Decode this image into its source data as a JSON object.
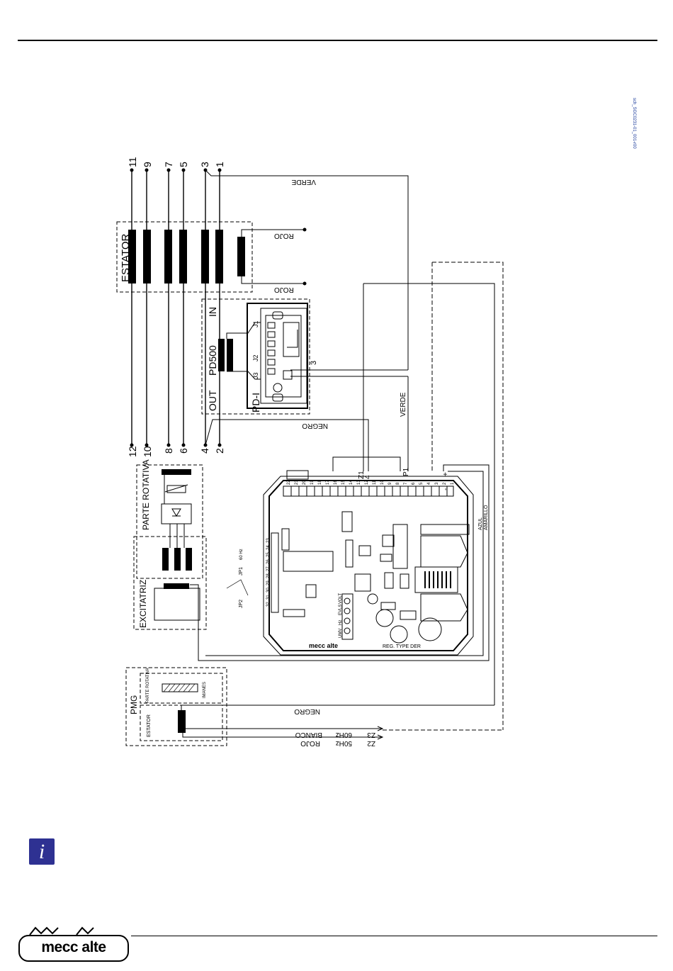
{
  "side_ref": "sch_SGC0231-01_001-r00",
  "stator": {
    "label": "ESTATOR",
    "top_terminals": [
      "11",
      "9",
      "7",
      "5",
      "3",
      "1"
    ],
    "bottom_terminals": [
      "12",
      "10",
      "8",
      "6",
      "4",
      "2"
    ],
    "wire_rojo": "ROJO",
    "wire_verde": "VERDE",
    "wire_negro": "NEGRO"
  },
  "pd500": {
    "name": "PD500",
    "in_label": "IN",
    "out_label": "OUT",
    "pdi_label": "PD-I",
    "j_labels": [
      "J3",
      "J2",
      "J1"
    ],
    "terminal_3": "3"
  },
  "excitatriz": {
    "label": "EXCITATRIZ",
    "rotating_label": "PARTE ROTATIVA"
  },
  "pmg": {
    "label": "PMG",
    "estator_label": "ESTATOR",
    "parte_rotativa_label": "PARTE ROTATIVA",
    "imanes_label": "IMANES",
    "wire_negro": "NEGRO",
    "z3": {
      "code": "Z3",
      "freq": "60Hz",
      "color": "BIANCO"
    },
    "z2": {
      "code": "Z2",
      "freq": "50Hz",
      "color": "ROJO"
    }
  },
  "regulator": {
    "brand": "mecc alte",
    "type_label": "REG. TYPE DER",
    "terminal_numbers": [
      "22",
      "21",
      "20",
      "19",
      "18",
      "17",
      "16",
      "15",
      "14",
      "13",
      "12",
      "11",
      "10",
      "9",
      "8",
      "7",
      "6",
      "5",
      "4",
      "3",
      "2",
      "1"
    ],
    "z1_label": "Z1",
    "t4_label": "4",
    "p1_label": "P1",
    "plus_label": "+",
    "minus_label": "-",
    "azul_label": "AZUL",
    "amarillo_label": "AMARILLO",
    "jp1_label": "JP1",
    "jp2_label": "JP2",
    "jp_freq": "60 Hz",
    "trim_labels": [
      "UMV",
      "Hz",
      "EVLS",
      "VOLT"
    ],
    "left_pins": [
      "23",
      "24",
      "25",
      "26",
      "27",
      "28",
      "29",
      "30",
      "31",
      "32"
    ]
  },
  "verde_vertical": "VERDE",
  "info_icon": "info-icon",
  "logo_text": "mecc alte",
  "colors": {
    "ink": "#000000",
    "info_blue": "#2e3192",
    "ref_blue": "#1a3a9a"
  }
}
